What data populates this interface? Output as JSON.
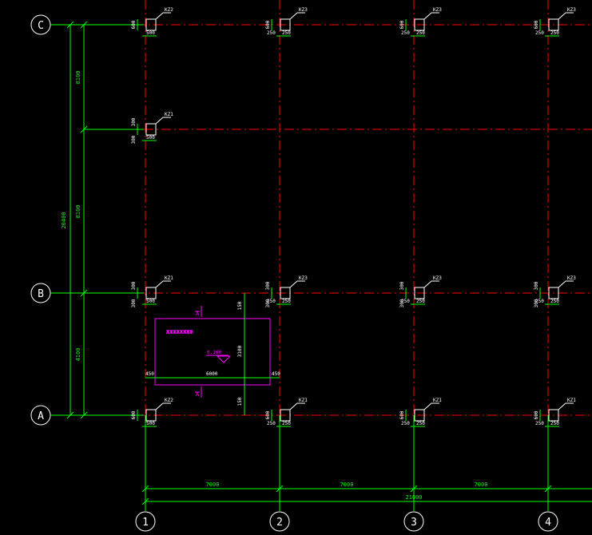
{
  "colors": {
    "background": "#000000",
    "axis": "#ff0000",
    "dimension": "#00ff00",
    "column": "#ffffff",
    "opening": "#ff00ff"
  },
  "grid": {
    "rows": [
      {
        "id": "row-c",
        "label": "C"
      },
      {
        "id": "row-b",
        "label": "B"
      },
      {
        "id": "row-a",
        "label": "A"
      }
    ],
    "columns": [
      {
        "id": "col-1",
        "label": "1"
      },
      {
        "id": "col-2",
        "label": "2"
      },
      {
        "id": "col-3",
        "label": "3"
      },
      {
        "id": "col-4",
        "label": "4"
      }
    ]
  },
  "columns_marks": {
    "c1": "KZ2",
    "c2": "KZ3",
    "c3": "KZ3",
    "c4": "KZ3",
    "m1": "KZ1",
    "b1": "KZ1",
    "b2": "KZ3",
    "b3": "KZ3",
    "b4": "KZ3",
    "a1": "KZ2",
    "a2": "KZ1",
    "a3": "KZ1",
    "a4": "KZ1"
  },
  "dims": {
    "total_vertical": "20400",
    "c_to_m": "8100",
    "m_to_b": "8100",
    "b_to_a": "4100",
    "bay_1_2": "7000",
    "bay_2_3": "7000",
    "bay_3_4": "7000",
    "total_horizontal": "21000",
    "col_width": "500",
    "half_250": "250",
    "col_depth": "600",
    "col_300": "300",
    "open_width": "6000",
    "open_offset": "450",
    "open_side": "150",
    "open_depth": "3100"
  },
  "opening": {
    "section_label": "A",
    "note": "ЖЖЖЖЖЖЖЖ",
    "elev": "0.100"
  }
}
